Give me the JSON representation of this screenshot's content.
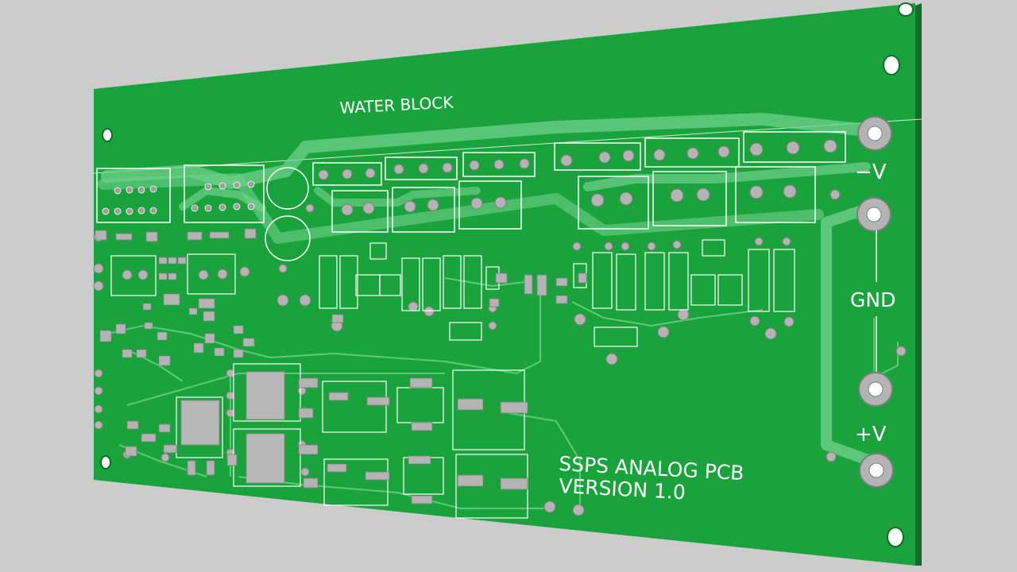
{
  "board": {
    "title_top": "WATER BLOCK",
    "title_main_line1": "SSPS ANALOG PCB",
    "title_main_line2": "VERSION 1.0",
    "label_neg": "−V",
    "label_gnd": "GND",
    "label_pos": "+V"
  },
  "colors": {
    "background": "#cccccc",
    "board": "#1aa33c",
    "board_edge": "#0f6e27",
    "trace": "#6fd08a",
    "pad": "#b4b4b4",
    "silkscreen": "#ffffff"
  }
}
